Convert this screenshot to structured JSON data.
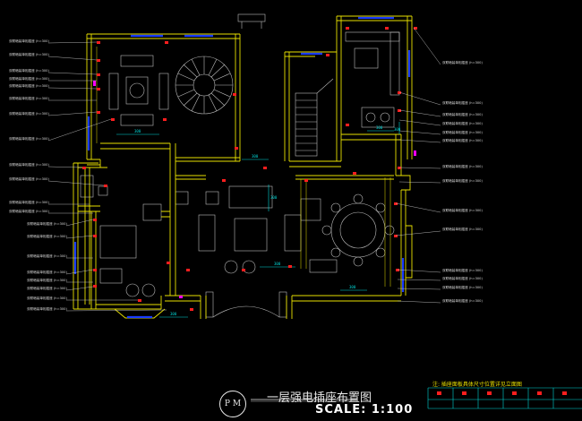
{
  "drawing": {
    "title": "一层强电插座布置图",
    "scale": "SCALE:  1:100",
    "seal_text": "P M",
    "note_title": "注: 插座面板具体尺寸位置详见立面图"
  },
  "colors": {
    "background": "#000000",
    "wall": "#e8e000",
    "window": "#1a3cff",
    "socket": "#ff1e1e",
    "furniture": "#bcbcbc",
    "leader": "#d8d8d8",
    "dimension": "#00d8d8",
    "door_fixture": "#ff00ff"
  },
  "legend_left": [
    "双联暗装单相插座 (h=300)",
    "双联暗装单相插座 (h=300)",
    "双联暗装单相插座 (h=300)",
    "双联暗装单相插座 (h=300)",
    "双联暗装单相插座 (h=300)",
    "双联暗装单相插座 (h=300)",
    "双联暗装单相插座 (h=300)",
    "双联暗装单相插座 (h=300)",
    "双联暗装单相插座 (h=300)",
    "双联暗装单相插座 (h=300)",
    "双联暗装单相插座 (h=300)",
    "双联暗装单相插座 (h=300)",
    "双联暗装单相插座 (h=300)",
    "双联暗装单相插座 (h=300)",
    "双联暗装单相插座 (h=300)",
    "双联暗装单相插座 (h=300)",
    "双联暗装单相插座 (h=300)",
    "双联暗装单相插座 (h=300)",
    "双联暗装单相插座 (h=300)",
    "双联暗装单相插座 (h=300)"
  ],
  "legend_right": [
    "双联暗装单相插座 (h=300)",
    "双联暗装单相插座 (h=300)",
    "双联暗装单相插座 (h=300)",
    "双联暗装单相插座 (h=300)",
    "双联暗装单相插座 (h=300)",
    "双联暗装单相插座 (h=300)",
    "双联暗装单相插座 (h=300)",
    "双联暗装单相插座 (h=300)",
    "双联暗装单相插座 (h=300)",
    "双联暗装单相插座 (h=300)",
    "双联暗装单相插座 (h=300)",
    "双联暗装单相插座 (h=300)",
    "双联暗装单相插座 (h=300)",
    "双联暗装单相插座 (h=300)"
  ],
  "dimension_labels": [
    "300",
    "300",
    "300",
    "300",
    "300",
    "300",
    "300",
    "300"
  ],
  "note_items": [
    "",
    "",
    "",
    "",
    "",
    ""
  ]
}
